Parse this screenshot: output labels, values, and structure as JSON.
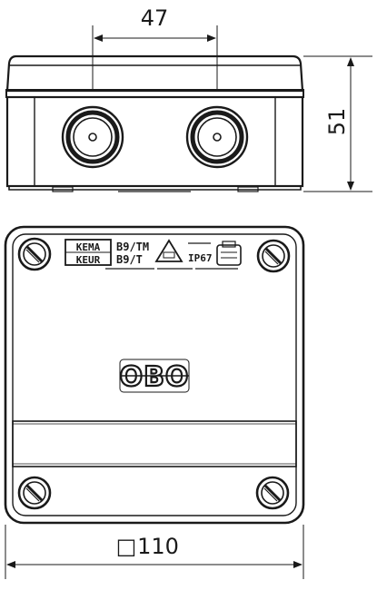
{
  "dimensions": {
    "hole_spacing": "47",
    "height": "51",
    "width_symbol": "□",
    "width": "110"
  },
  "markings": {
    "cert_line1": "KEMA",
    "cert_line2": "KEUR",
    "model_line1": "B9/TM",
    "model_line2": "B9/T",
    "ip_rating": "IP67"
  },
  "brand": {
    "logo": "OBO"
  },
  "colors": {
    "line": "#1a1a1a",
    "fill": "#ffffff"
  }
}
